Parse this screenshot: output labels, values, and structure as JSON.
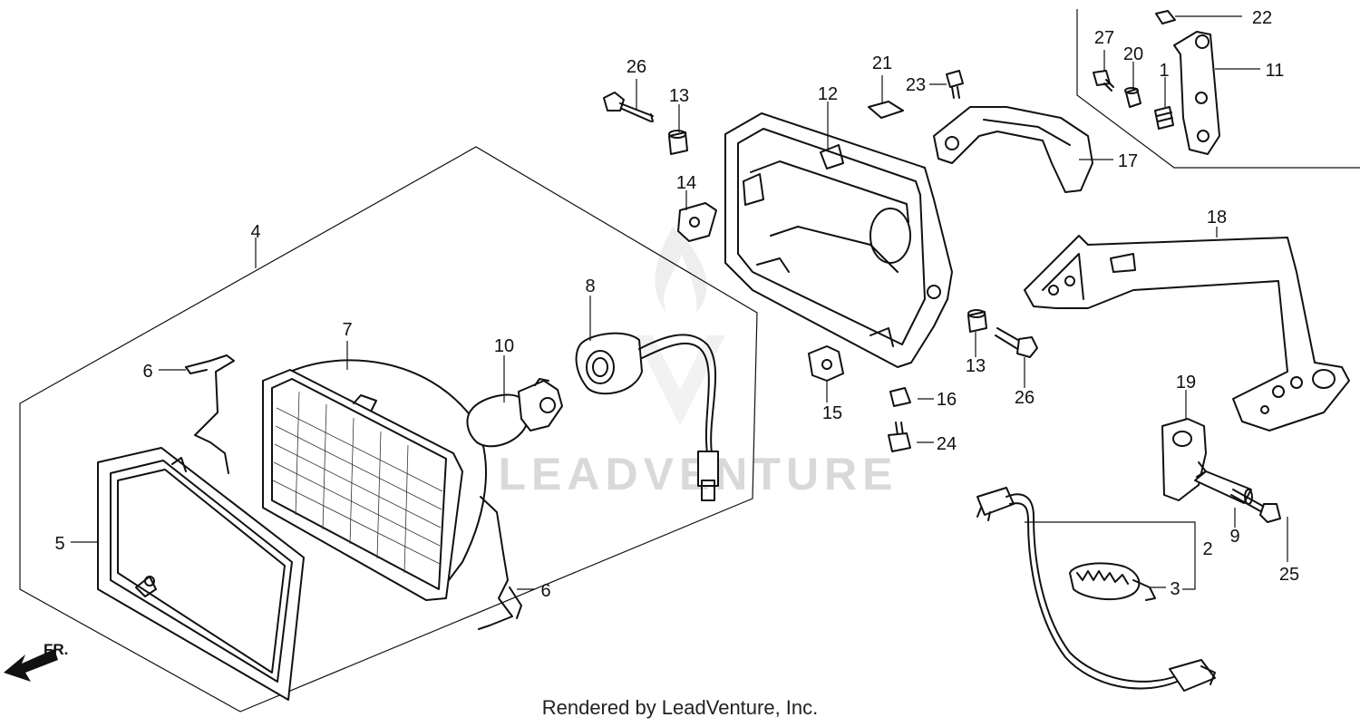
{
  "watermark": "LEADVENTURE",
  "direction_label": "FR.",
  "footer": "Rendered by LeadVenture, Inc.",
  "callouts": [
    "1",
    "2",
    "3",
    "4",
    "5",
    "6",
    "6",
    "7",
    "8",
    "9",
    "10",
    "11",
    "12",
    "13",
    "13",
    "14",
    "15",
    "16",
    "17",
    "18",
    "19",
    "20",
    "21",
    "22",
    "23",
    "24",
    "25",
    "26",
    "26",
    "27"
  ]
}
